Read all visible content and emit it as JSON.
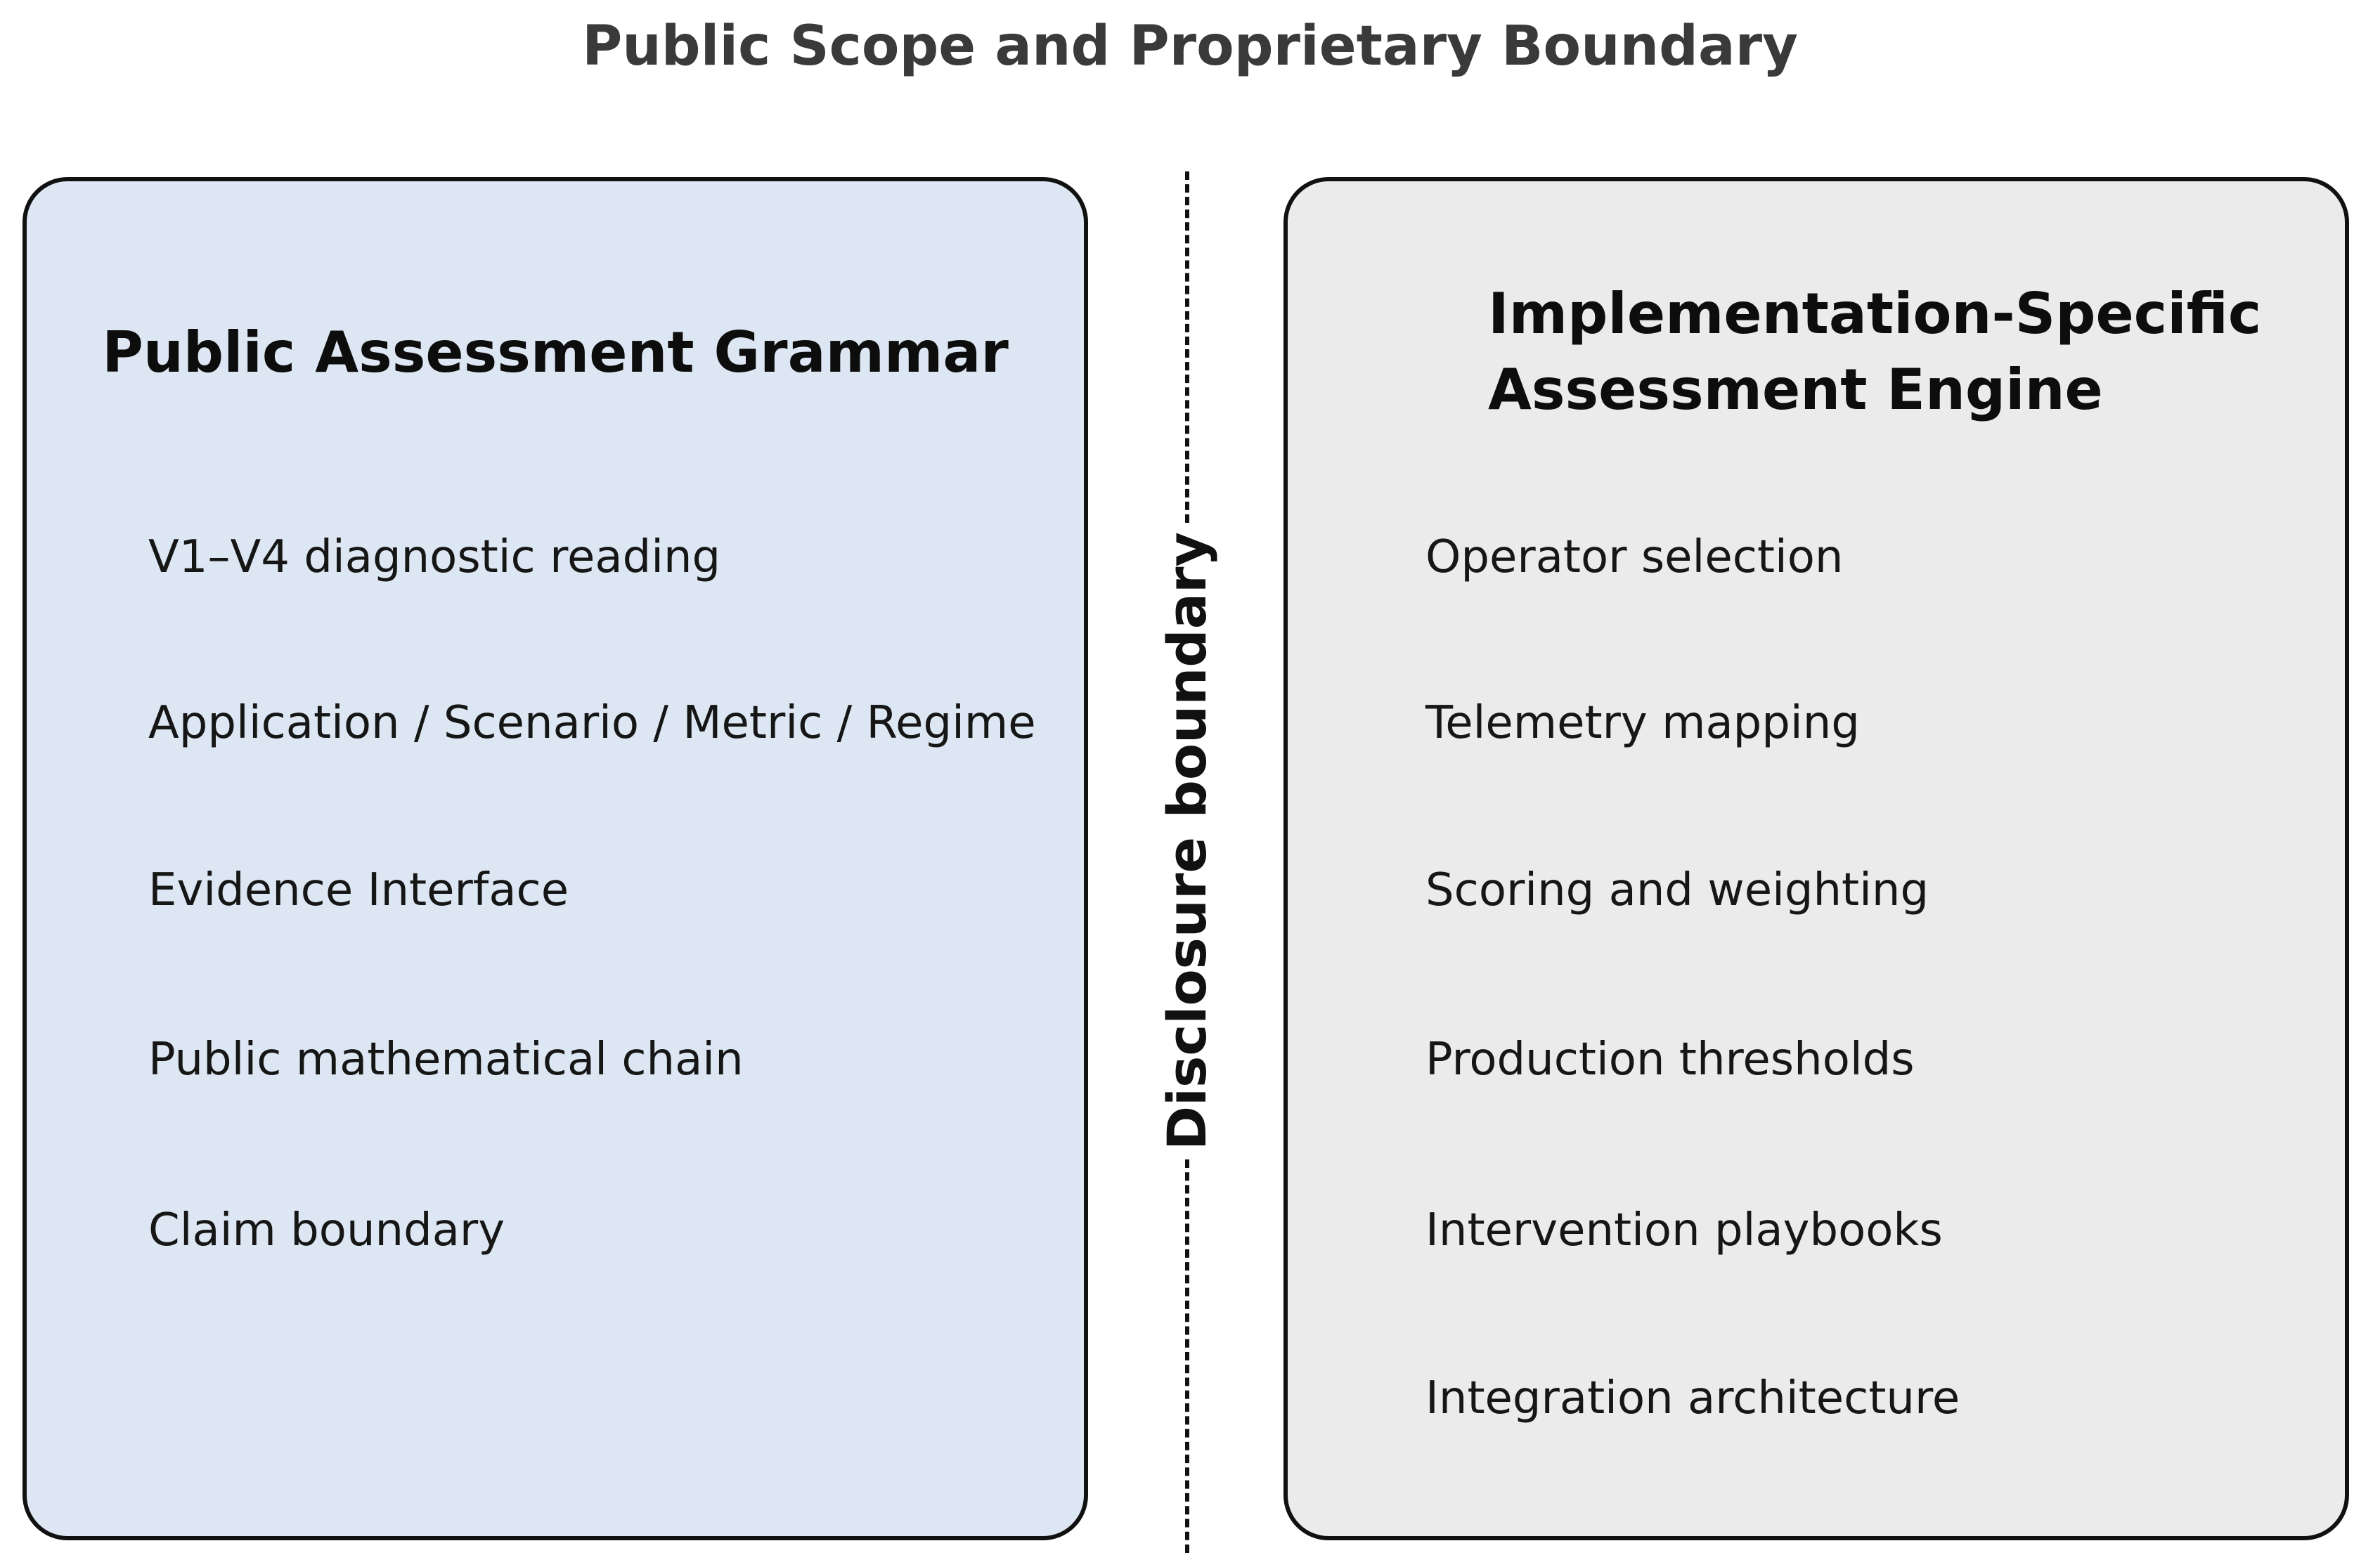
{
  "title": "Public Scope and Proprietary Boundary",
  "left_panel": {
    "heading": "Public Assessment Grammar",
    "items": [
      "V1–V4 diagnostic reading",
      "Application / Scenario / Metric / Regime",
      "Evidence Interface",
      "Public mathematical chain",
      "Claim boundary"
    ]
  },
  "right_panel": {
    "heading_line1": "Implementation-Specific",
    "heading_line2": "Assessment Engine",
    "items": [
      "Operator selection",
      "Telemetry mapping",
      "Scoring and weighting",
      "Production thresholds",
      "Intervention playbooks",
      "Integration architecture"
    ]
  },
  "boundary_label": "Disclosure boundary",
  "colors": {
    "left_panel_fill": "#dde7f3",
    "right_panel_fill": "#ebebeb",
    "outline": "#111111",
    "title_text": "#3a3a3a"
  }
}
